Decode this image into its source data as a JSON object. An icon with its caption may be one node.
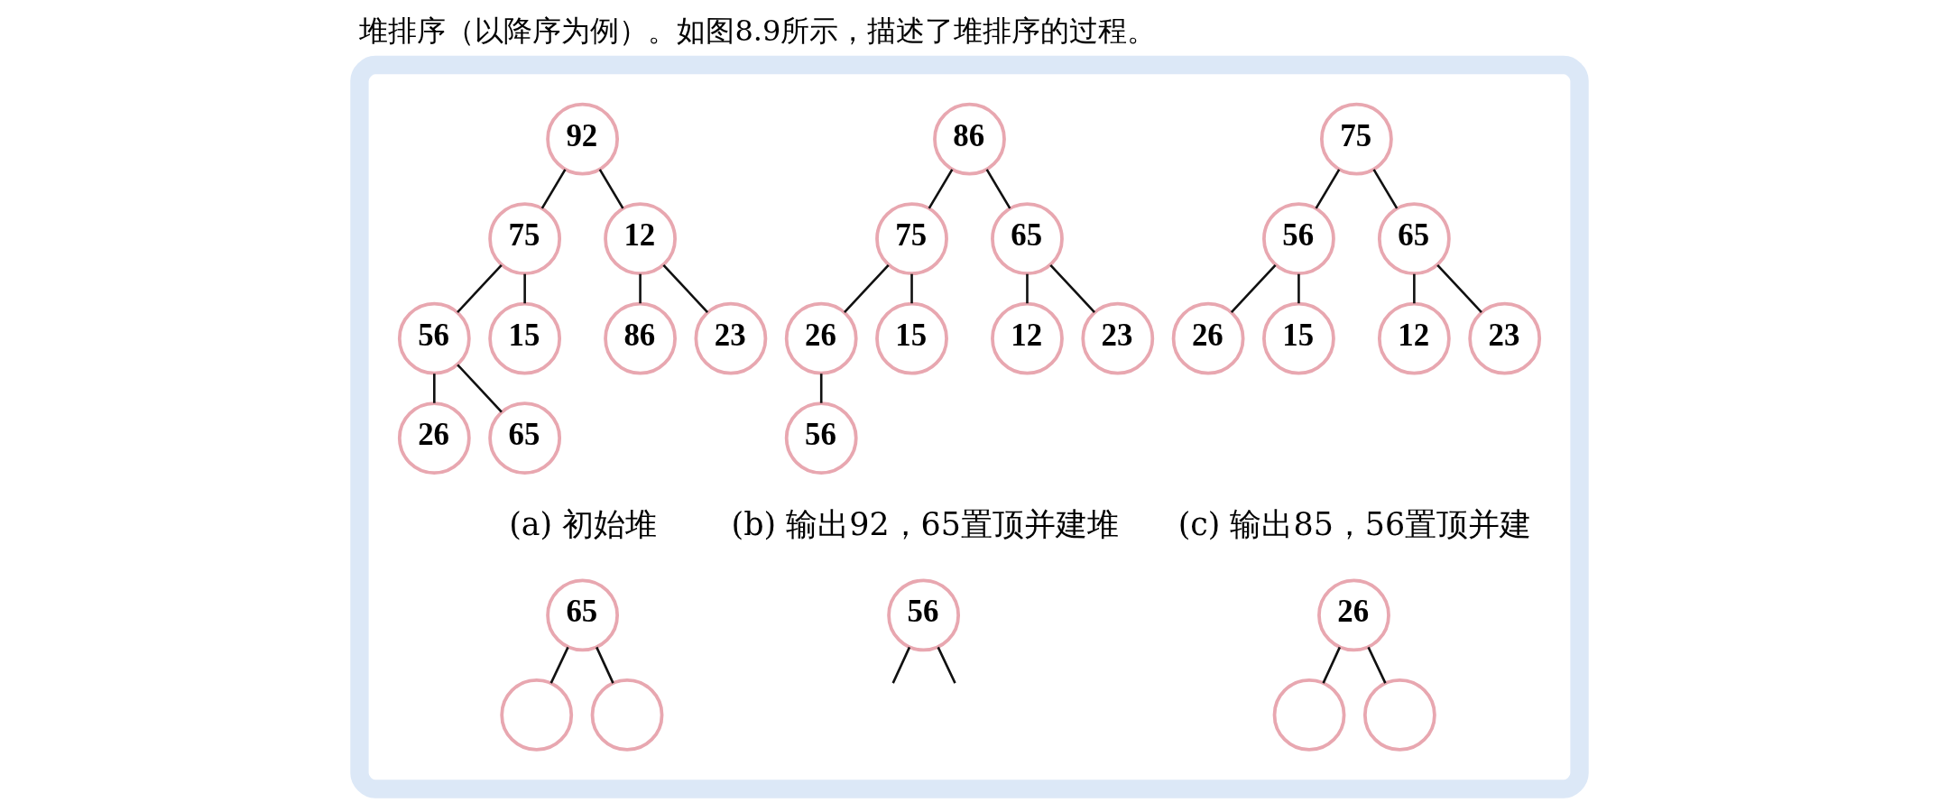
{
  "diagram": {
    "title": "堆排序（以降序为例）。如图8.9所示，描述了堆排序的过程。",
    "nodes": [
      {
        "text": [],
        "shape": "box"
      },
      {
        "text": [
          "92"
        ],
        "in": 0
      },
      {
        "text": [
          "75"
        ],
        "in": 0
      },
      {
        "text": [
          "12"
        ],
        "in": 0
      },
      {
        "text": [
          "56"
        ],
        "in": 0
      },
      {
        "text": [
          "15"
        ],
        "in": 0
      },
      {
        "text": [
          "86"
        ],
        "in": 0
      },
      {
        "text": [
          "23"
        ],
        "in": 0
      },
      {
        "text": [
          "26"
        ],
        "in": 0
      },
      {
        "text": [
          "65"
        ],
        "in": 0
      },
      {
        "text": [
          "86"
        ],
        "in": 0
      },
      {
        "text": [
          "75"
        ],
        "in": 0
      },
      {
        "text": [
          "65"
        ],
        "in": 0
      },
      {
        "text": [
          "26"
        ],
        "in": 0
      },
      {
        "text": [
          "15"
        ],
        "in": 0
      },
      {
        "text": [
          "12"
        ],
        "in": 0
      },
      {
        "text": [
          "23"
        ],
        "in": 0
      },
      {
        "text": [
          "56"
        ],
        "in": 0
      },
      {
        "text": [
          "75"
        ],
        "in": 0
      },
      {
        "text": [
          "56"
        ],
        "in": 0
      },
      {
        "text": [
          "65"
        ],
        "in": 0
      },
      {
        "text": [
          "26"
        ],
        "in": 0
      },
      {
        "text": [
          "15"
        ],
        "in": 0
      },
      {
        "text": [
          "12"
        ],
        "in": 0
      },
      {
        "text": [
          "23"
        ],
        "in": 0
      },
      {
        "text": [
          "65"
        ],
        "in": 0
      },
      {
        "text": [],
        "shape": "circle",
        "in": 0
      },
      {
        "text": [],
        "shape": "circle",
        "in": 0
      },
      {
        "text": [
          "56"
        ],
        "in": 0
      },
      {
        "text": [
          "26"
        ],
        "in": 0
      },
      {
        "text": [],
        "shape": "circle",
        "in": 0
      },
      {
        "text": [],
        "shape": "circle",
        "in": 0
      }
    ],
    "edges": [
      {
        "from": 1,
        "to": 2,
        "arrow": "none"
      },
      {
        "from": 1,
        "to": 3,
        "arrow": "none"
      },
      {
        "from": 2,
        "to": 4,
        "arrow": "none"
      },
      {
        "from": 2,
        "to": 5,
        "arrow": "none"
      },
      {
        "from": 3,
        "to": 6,
        "arrow": "none"
      },
      {
        "from": 3,
        "to": 7,
        "arrow": "none"
      },
      {
        "from": 4,
        "to": 8,
        "arrow": "none"
      },
      {
        "from": 4,
        "to": 9,
        "arrow": "none"
      },
      {
        "from": 10,
        "to": 11,
        "arrow": "none"
      },
      {
        "from": 10,
        "to": 12,
        "arrow": "none"
      },
      {
        "from": 11,
        "to": 13,
        "arrow": "none"
      },
      {
        "from": 11,
        "to": 14,
        "arrow": "none"
      },
      {
        "from": 12,
        "to": 15,
        "arrow": "none"
      },
      {
        "from": 12,
        "to": 16,
        "arrow": "none"
      },
      {
        "from": 13,
        "to": 17,
        "arrow": "none"
      },
      {
        "from": 18,
        "to": 19,
        "arrow": "none"
      },
      {
        "from": 18,
        "to": 20,
        "arrow": "none"
      },
      {
        "from": 19,
        "to": 21,
        "arrow": "none"
      },
      {
        "from": 19,
        "to": 22,
        "arrow": "none"
      },
      {
        "from": 20,
        "to": 23,
        "arrow": "none"
      },
      {
        "from": 20,
        "to": 24,
        "arrow": "none"
      },
      {
        "from": 25,
        "to": 26,
        "arrow": "none"
      },
      {
        "from": 25,
        "to": 27,
        "arrow": "none"
      },
      {
        "from": 28,
        "to": null,
        "arrow": "none"
      },
      {
        "from": 28,
        "to": null,
        "arrow": "none"
      },
      {
        "from": 29,
        "to": 30,
        "arrow": "none"
      },
      {
        "from": 29,
        "to": 31,
        "arrow": "none"
      }
    ],
    "labels": [
      "(a) 初始堆",
      "(b) 输出92，65置顶并建堆",
      "(c) 输出85，56置顶并建"
    ]
  }
}
